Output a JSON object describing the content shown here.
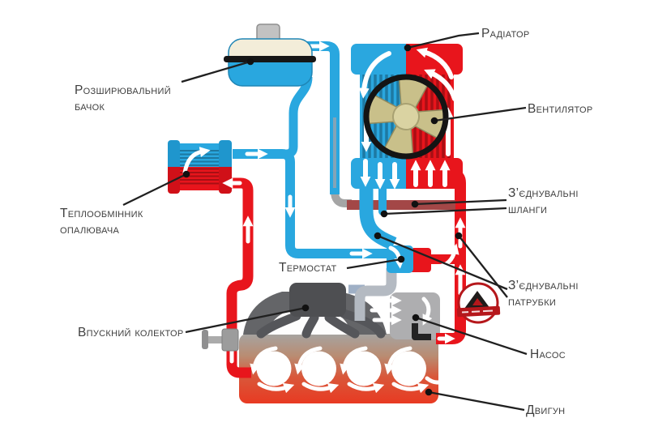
{
  "diagram": {
    "subject": "engine-cooling-system",
    "labels": {
      "radiator": "Радіатор",
      "fan": "Вентилятор",
      "expansion_tank": [
        "Розширювальний",
        "бачок"
      ],
      "heater_core": [
        "Теплообмінник",
        "опалювача"
      ],
      "thermostat": "Термостат",
      "connecting_hoses": [
        "З’єднувальні",
        "шланги"
      ],
      "connecting_fittings": [
        "З’єднувальні",
        "патрубки"
      ],
      "pump": "Насос",
      "intake_manifold": "Впускний колектор",
      "engine": "Двигун"
    },
    "icons": [
      "mountain-logo-icon"
    ],
    "colors": {
      "coolant_cold": "#29A7DF",
      "coolant_hot": "#E8151C",
      "rubber_hose": "#A34747",
      "metal_gray": "#AEAEB0",
      "steel_pipe": "#B4BAC2",
      "fan_blade": "#C9C08A",
      "engine_top": "#A6A4A1",
      "engine_bottom": "#E83A22",
      "flow_arrow": "#FFFFFF",
      "callout": "#202020",
      "label_text": "#3E3E3E"
    }
  }
}
